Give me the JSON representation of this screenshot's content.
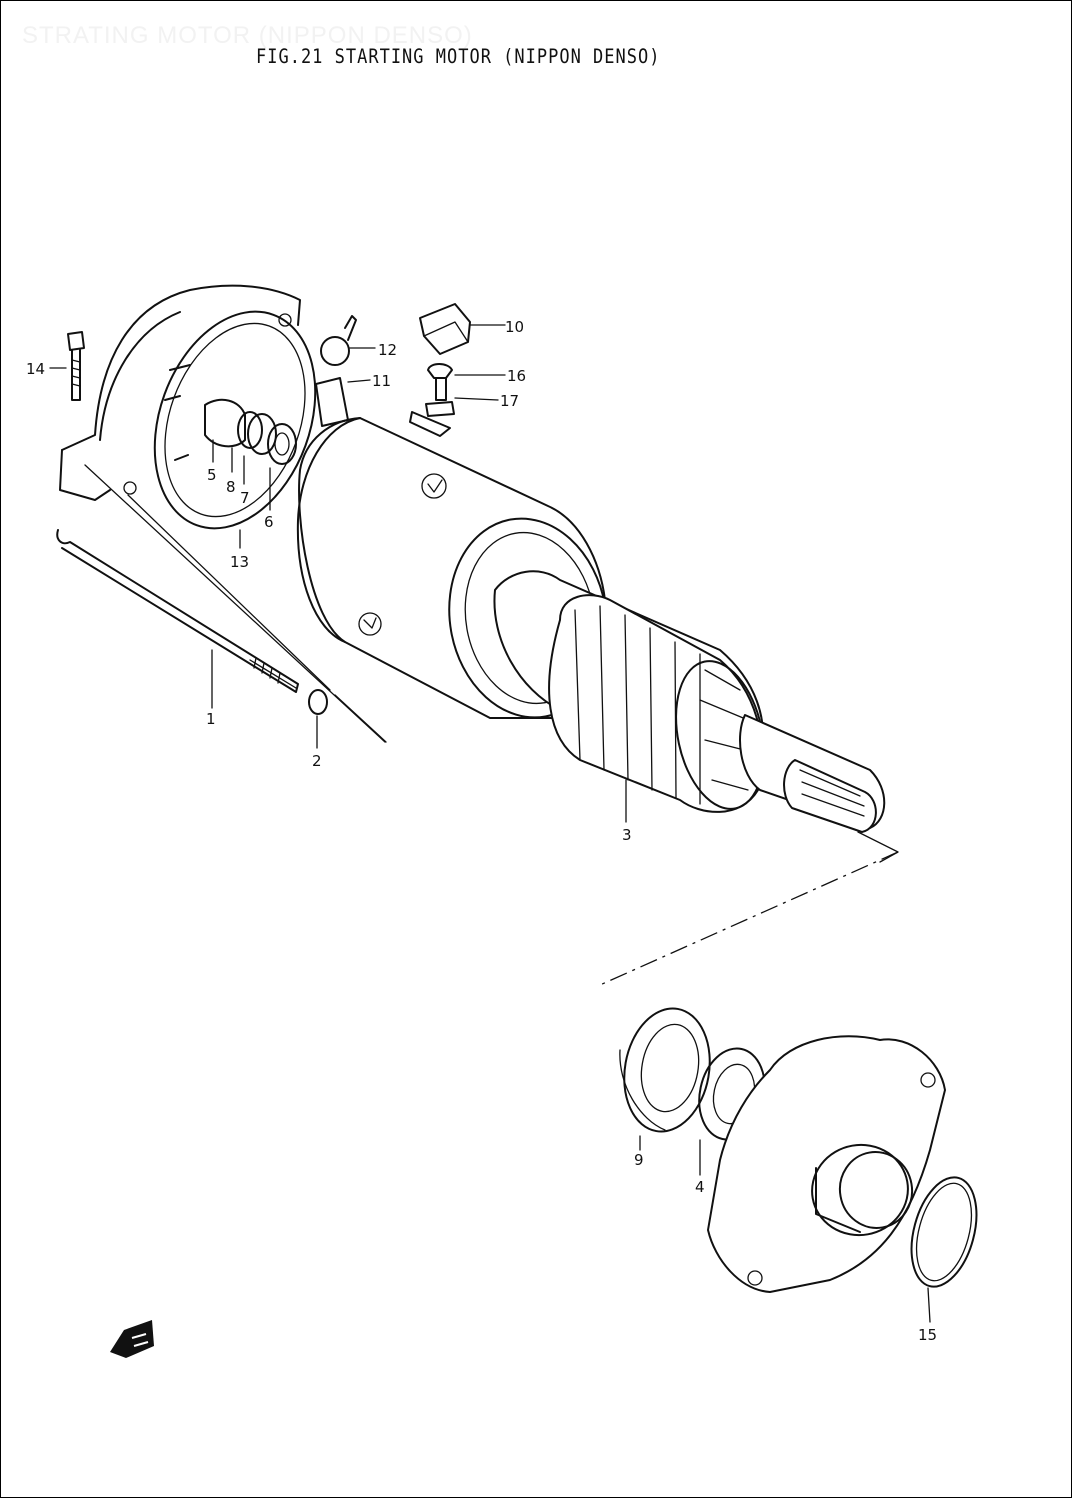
{
  "header": {
    "ghost_title": "STRATING MOTOR (NIPPON DENSO)",
    "figure_title": "FIG.21  STARTING MOTOR (NIPPON DENSO)"
  },
  "callouts": [
    {
      "id": "c1",
      "label": "1"
    },
    {
      "id": "c2",
      "label": "2"
    },
    {
      "id": "c3",
      "label": "3"
    },
    {
      "id": "c4",
      "label": "4"
    },
    {
      "id": "c5",
      "label": "5"
    },
    {
      "id": "c6",
      "label": "6"
    },
    {
      "id": "c7",
      "label": "7"
    },
    {
      "id": "c8",
      "label": "8"
    },
    {
      "id": "c9",
      "label": "9"
    },
    {
      "id": "c10",
      "label": "10"
    },
    {
      "id": "c11",
      "label": "11"
    },
    {
      "id": "c12",
      "label": "12"
    },
    {
      "id": "c13",
      "label": "13"
    },
    {
      "id": "c14",
      "label": "14"
    },
    {
      "id": "c15",
      "label": "15"
    },
    {
      "id": "c16",
      "label": "16"
    },
    {
      "id": "c17",
      "label": "17"
    }
  ],
  "icons": {
    "direction_arrow": "front-arrow-icon"
  }
}
